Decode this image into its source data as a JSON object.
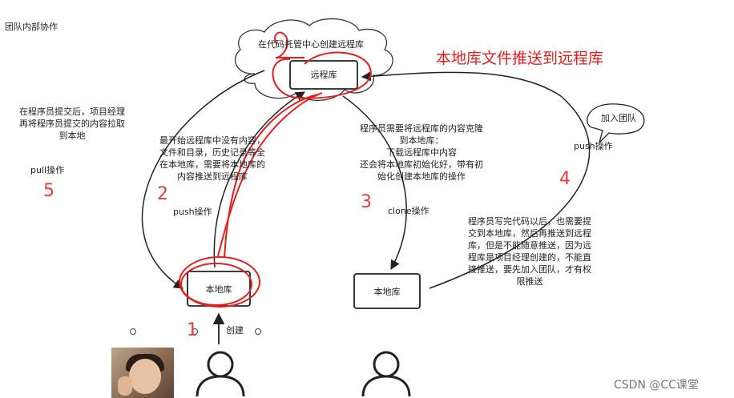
{
  "page_title": "团队内部协作",
  "cloud": {
    "label": "在代码托管中心创建远程库"
  },
  "remote_repo": {
    "label": "远程库"
  },
  "local_repo_left": {
    "label": "本地库"
  },
  "local_repo_right": {
    "label": "本地库"
  },
  "red_title": "本地库文件推送到远程库",
  "notes": {
    "pull_note": "在程序员提交后，项目经理\n再将程序员提交的内容拉取\n到本地",
    "push_note": "最开始远程库中没有内容，\n文件和目录，历史记录等全\n在本地库，需要将本地库的\n内容推送到远程库",
    "clone_note": "程序员需要将远程库的内容克隆\n到本地库：\n下载远程库中内容\n还会将本地库初始化好，带有初\n始化创建本地库的操作",
    "dev_note": "程序员写完代码以后，也需要提\n交到本地库，然后再推送到远程\n库，但是不能随意推送，因为远\n程库是项目经理创建的，不能直\n接推送，要先加入团队，才有权\n限推送"
  },
  "ops": {
    "pull": "pull操作",
    "push_left": "push操作",
    "clone": "clone操作",
    "push_right": "push操作",
    "create": "创建"
  },
  "join_bubble": "加入团队",
  "numbers": {
    "n1": "1",
    "n2": "2",
    "n3": "3",
    "n4": "4",
    "n5": "5"
  },
  "watermark": "CSDN @CC课堂",
  "colors": {
    "annotation_red": "#e02020",
    "line": "#222222"
  }
}
